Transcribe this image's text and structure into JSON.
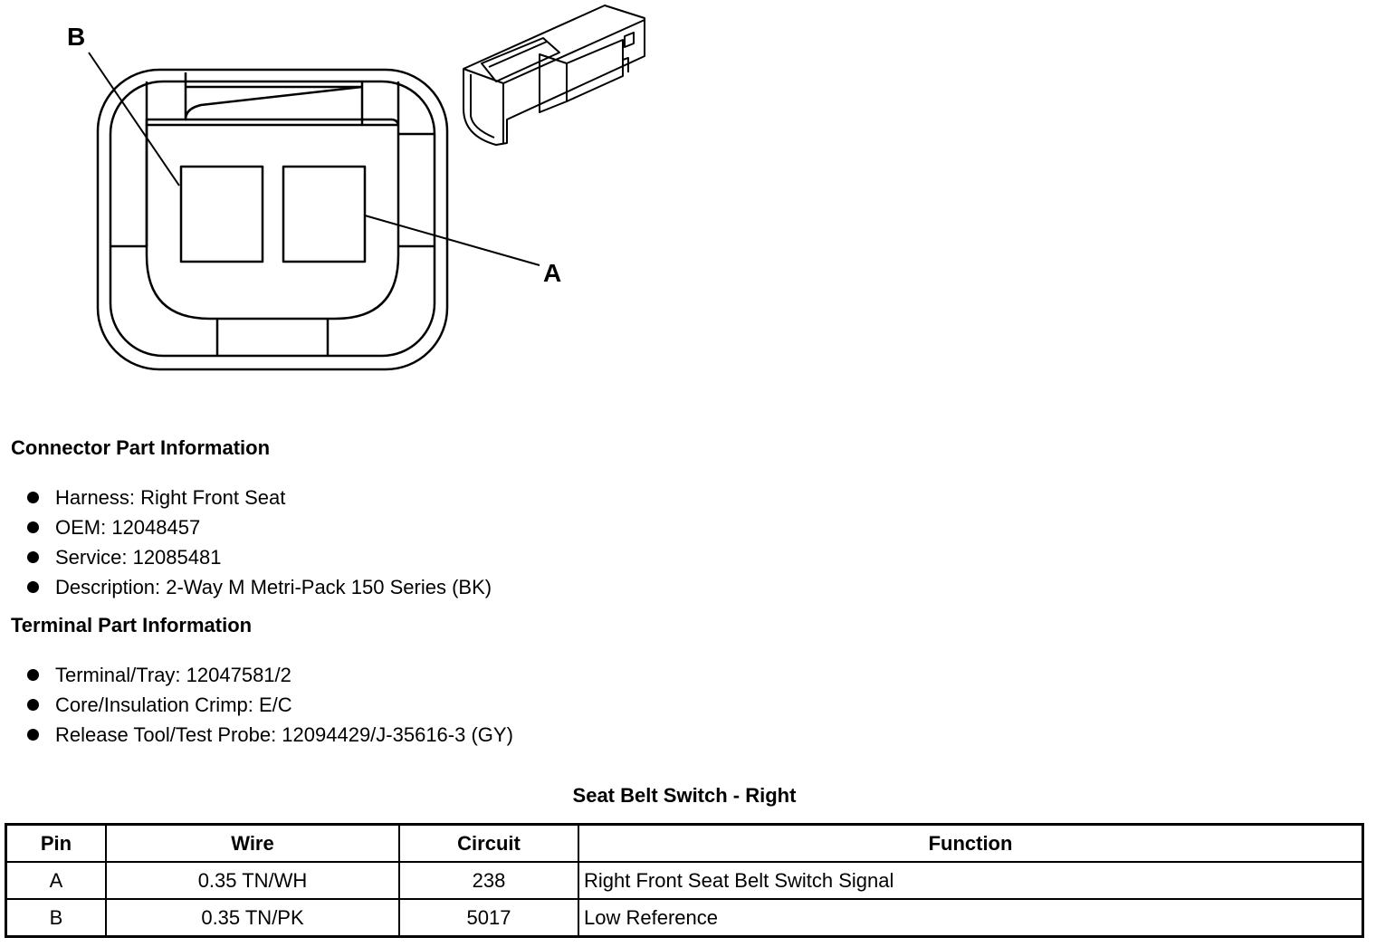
{
  "diagram": {
    "label_a": "A",
    "label_b": "B"
  },
  "connector_info": {
    "heading": "Connector Part Information",
    "items": [
      "Harness: Right Front Seat",
      "OEM: 12048457",
      "Service: 12085481",
      "Description: 2-Way M Metri-Pack 150 Series (BK)"
    ]
  },
  "terminal_info": {
    "heading": "Terminal Part Information",
    "items": [
      "Terminal/Tray: 12047581/2",
      "Core/Insulation Crimp: E/C",
      "Release Tool/Test Probe: 12094429/J-35616-3 (GY)"
    ]
  },
  "table": {
    "caption": "Seat Belt Switch - Right",
    "headers": [
      "Pin",
      "Wire",
      "Circuit",
      "Function"
    ],
    "rows": [
      [
        "A",
        "0.35 TN/WH",
        "238",
        "Right Front Seat Belt Switch Signal"
      ],
      [
        "B",
        "0.35 TN/PK",
        "5017",
        "Low Reference"
      ]
    ]
  }
}
